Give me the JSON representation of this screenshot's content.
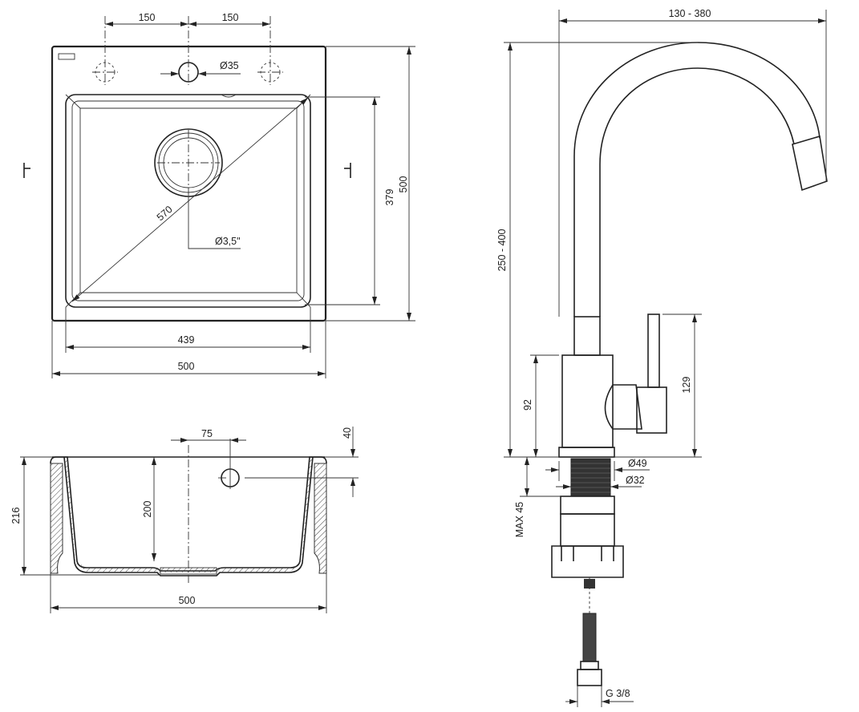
{
  "top_view": {
    "dim_hole_spacing_left": "150",
    "dim_hole_spacing_right": "150",
    "dim_tap_hole": "Ø35",
    "dim_diagonal": "570",
    "dim_drain": "Ø3,5\"",
    "dim_bowl_depth": "379",
    "dim_outer_depth": "500",
    "dim_bowl_width": "439",
    "dim_outer_width": "500"
  },
  "section_view": {
    "dim_overflow_offset": "75",
    "dim_overflow_height": "40",
    "dim_total_height": "216",
    "dim_bowl_height": "200",
    "dim_width": "500"
  },
  "faucet": {
    "dim_reach": "130 - 380",
    "dim_height": "250 - 400",
    "dim_body": "92",
    "dim_lever": "129",
    "dim_base_dia": "Ø49",
    "dim_shank_dia": "Ø32",
    "dim_max_thickness": "MAX 45",
    "dim_connection": "G 3/8"
  }
}
